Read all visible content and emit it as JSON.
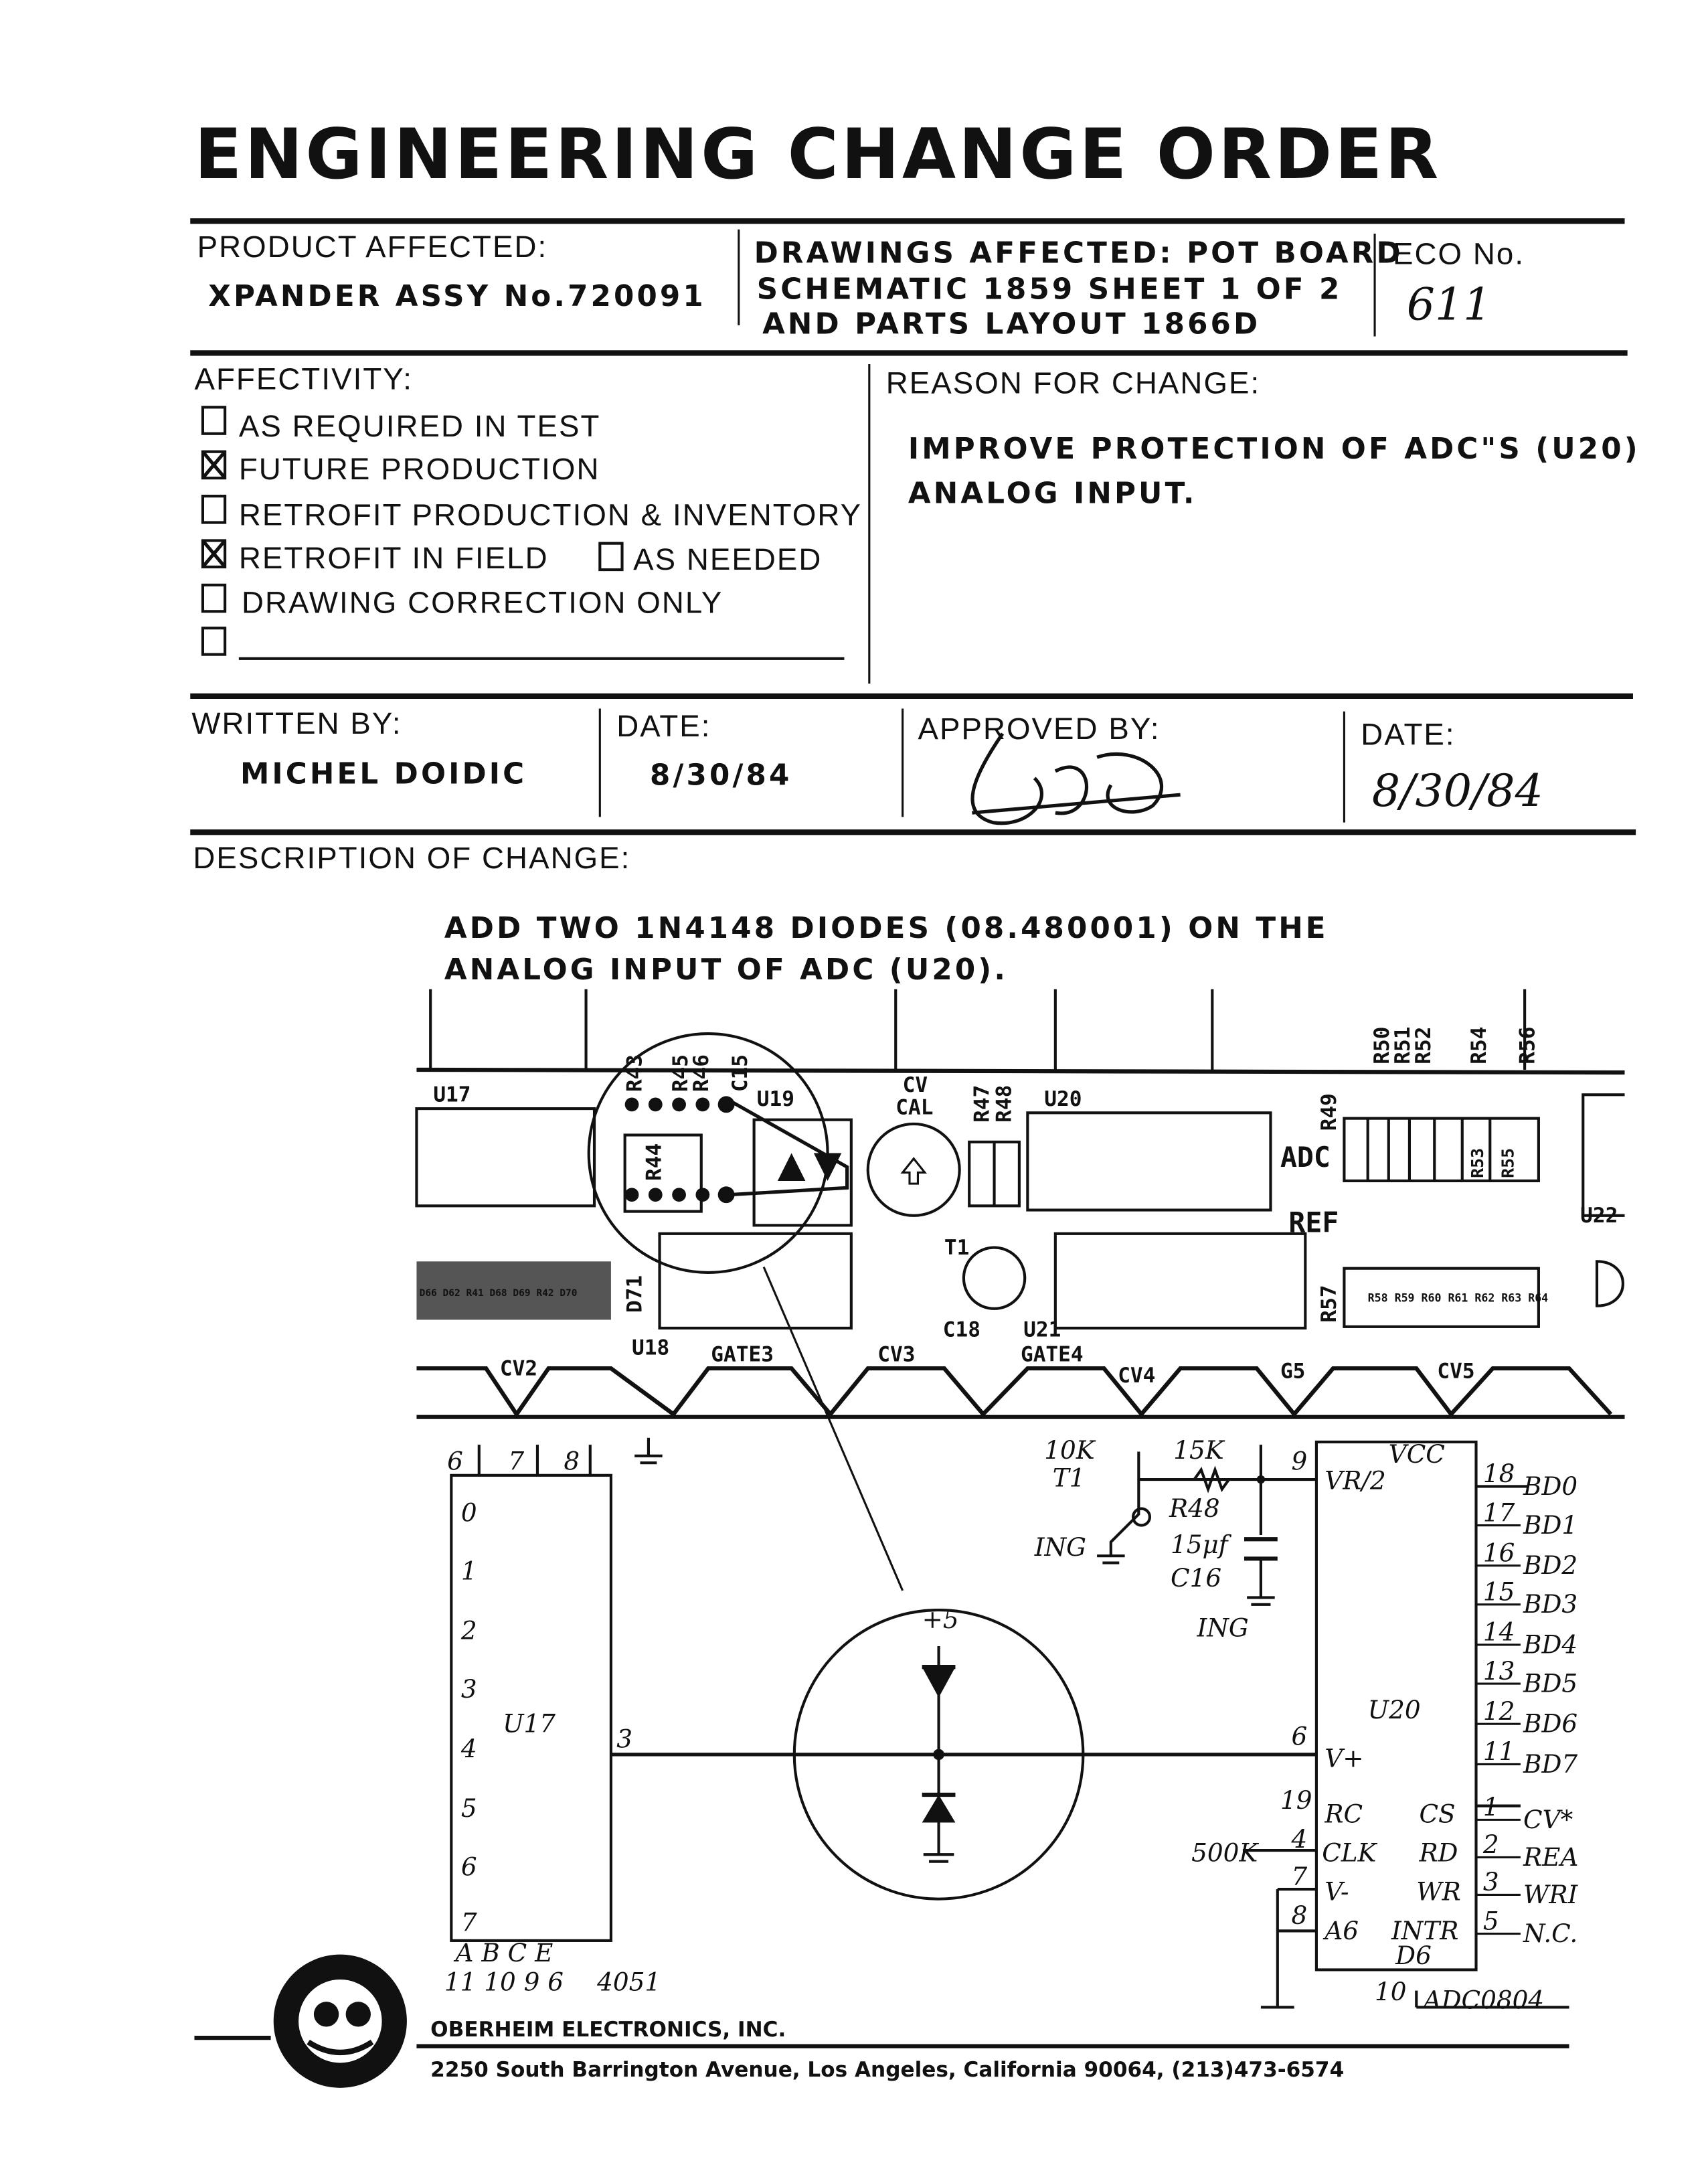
{
  "title": "ENGINEERING CHANGE ORDER",
  "product": {
    "label": "PRODUCT AFFECTED:",
    "value": "XPANDER ASSY No.720091"
  },
  "drawings": {
    "line1": "DRAWINGS AFFECTED: POT BOARD",
    "line2": "SCHEMATIC 1859 SHEET 1 OF 2",
    "line3": "AND PARTS LAYOUT 1866D"
  },
  "eco": {
    "label": "ECO No.",
    "value": "611"
  },
  "affectivity": {
    "label": "AFFECTIVITY:",
    "options": [
      {
        "label": "AS REQUIRED IN TEST",
        "checked": false
      },
      {
        "label": "FUTURE PRODUCTION",
        "checked": true
      },
      {
        "label": "RETROFIT PRODUCTION & INVENTORY",
        "checked": false
      },
      {
        "label": "RETROFIT IN FIELD",
        "checked": true
      },
      {
        "label": "AS NEEDED",
        "checked": false
      },
      {
        "label": "DRAWING CORRECTION ONLY",
        "checked": false
      },
      {
        "label": "",
        "checked": false
      }
    ]
  },
  "reason": {
    "label": "REASON FOR CHANGE:",
    "line1": "IMPROVE PROTECTION OF ADC\"S (U20)",
    "line2": "ANALOG INPUT."
  },
  "written_by": {
    "label": "WRITTEN BY:",
    "value": "MICHEL DOIDIC"
  },
  "date1": {
    "label": "DATE:",
    "value": "8/30/84"
  },
  "approved_by": {
    "label": "APPROVED BY:"
  },
  "date2": {
    "label": "DATE:",
    "value": "8/30/84"
  },
  "description": {
    "label": "DESCRIPTION OF CHANGE:",
    "line1": "ADD TWO 1N4148 DIODES (08.480001) ON THE",
    "line2": "ANALOG INPUT OF ADC (U20)."
  },
  "layout": {
    "u17": "U17",
    "u19": "U19",
    "u20": "U20",
    "u22": "U22",
    "u18": "U18",
    "u21": "U21",
    "r43": "R43",
    "r45": "R45",
    "r46": "R46",
    "c15": "C15",
    "r44": "R44",
    "cv": "CV",
    "cal": "CAL",
    "r47": "R47",
    "r48": "R48",
    "r49": "R49",
    "r50": "R50",
    "r51": "R51",
    "r52": "R52",
    "r54": "R54",
    "r56": "R56",
    "r53": "R53",
    "r55": "R55",
    "adc": "ADC",
    "ref": "REF",
    "t1": "T1",
    "c18": "C18",
    "d71": "D71",
    "r57": "R57",
    "r58_64": "R58 R59 R60 R61 R62 R63 R64",
    "left_parts": "D66 D62 R41 D68 D69 R42 D70",
    "cv2": "CV2",
    "gate3": "GATE3",
    "cv3": "CV3",
    "gate4": "GATE4",
    "cv4": "CV4",
    "g5": "G5",
    "cv5": "CV5"
  },
  "schematic": {
    "u17": "U17",
    "u17_top_pins": [
      "6",
      "7",
      "8"
    ],
    "u17_left_pins": [
      "0",
      "1",
      "2",
      "3",
      "4",
      "5",
      "6",
      "7"
    ],
    "u17_bottom": "A B C E",
    "u17_bottom_pins": "11 10 9 6",
    "u17_part": "4051",
    "u17_out_pin": "3",
    "pot": "10K",
    "t1": "T1",
    "r15k": "15K",
    "r48": "R48",
    "ing1": "ING",
    "ing2": "ING",
    "cap": "15μf",
    "c16": "C16",
    "plus5": "+5",
    "u20": "U20",
    "vcc": "VCC",
    "u20_left": [
      {
        "pin": "9",
        "name": "VR/2"
      },
      {
        "pin": "6",
        "name": "V+"
      },
      {
        "pin": "19",
        "name": "RC"
      },
      {
        "pin": "4",
        "name": "CLK"
      },
      {
        "pin": "7",
        "name": "V-"
      },
      {
        "pin": "8",
        "name": "A6"
      }
    ],
    "clk_r": "500K",
    "u20_right_inner": [
      "CS",
      "RD",
      "WR",
      "INTR"
    ],
    "u20_right": [
      {
        "pin": "18",
        "name": "BD0"
      },
      {
        "pin": "17",
        "name": "BD1"
      },
      {
        "pin": "16",
        "name": "BD2"
      },
      {
        "pin": "15",
        "name": "BD3"
      },
      {
        "pin": "14",
        "name": "BD4"
      },
      {
        "pin": "13",
        "name": "BD5"
      },
      {
        "pin": "12",
        "name": "BD6"
      },
      {
        "pin": "11",
        "name": "BD7"
      },
      {
        "pin": "1",
        "name": "CV*"
      },
      {
        "pin": "2",
        "name": "REA"
      },
      {
        "pin": "3",
        "name": "WRI"
      },
      {
        "pin": "5",
        "name": "N.C."
      }
    ],
    "d6": "D6",
    "pin10": "10",
    "part": "ADC0804"
  },
  "footer": {
    "company": "OBERHEIM ELECTRONICS, INC.",
    "address": "2250 South Barrington Avenue, Los Angeles, California 90064, (213)473-6574"
  }
}
